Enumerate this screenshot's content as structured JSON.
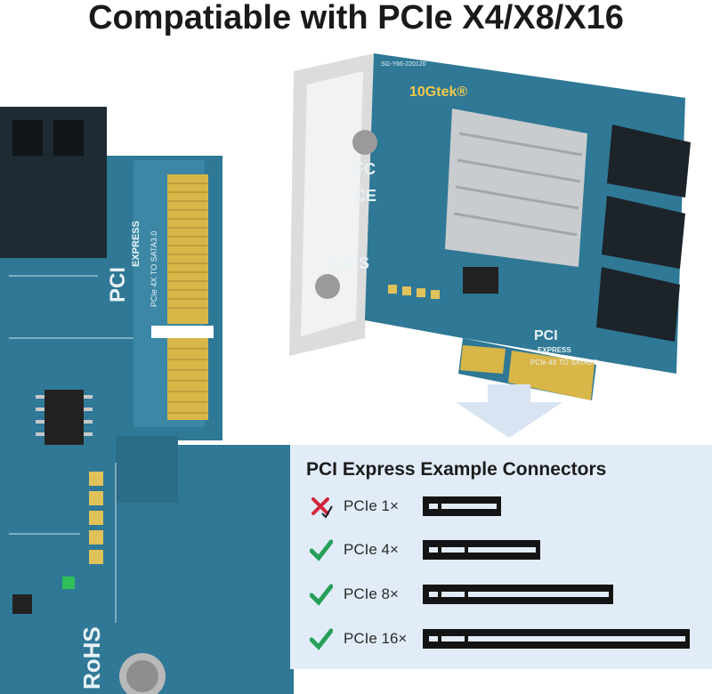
{
  "headline": "Compatiable with PCIe X4/X8/X16",
  "board": {
    "brand": "10Gtek®",
    "pn": "SG-Y66-220120",
    "pci_left": "PCI",
    "express_left": "EXPRESS",
    "sata_left": "PCIe 4X TO SATA3.0",
    "rohs_left": "RoHS",
    "pci_right": "PCI",
    "express_right": "EXPRESS",
    "sata_right": "PCIe 4X TO SATA3.0",
    "rohs_right": "RoHS",
    "fc": "FC",
    "ce": "CE"
  },
  "panel": {
    "title": "PCI Express Example Connectors",
    "rows": [
      {
        "label": "PCIe 1×",
        "status": "incompatible"
      },
      {
        "label": "PCIe 4×",
        "status": "compatible"
      },
      {
        "label": "PCIe 8×",
        "status": "compatible"
      },
      {
        "label": "PCIe 16×",
        "status": "compatible"
      }
    ]
  },
  "colors": {
    "pcb": "#2f7896",
    "pcb_dark": "#1e5b74",
    "gold": "#d9b648",
    "check": "#27a05a",
    "cross": "#d3263a",
    "panel_bg": "#e1ecf8"
  }
}
